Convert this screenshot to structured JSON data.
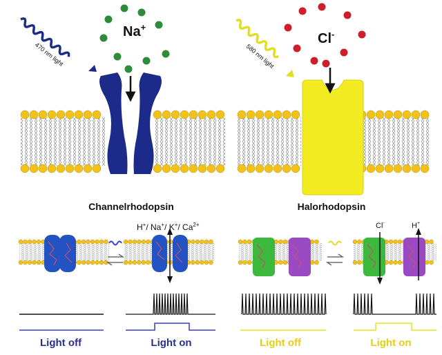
{
  "top": {
    "channel_ion": "Na",
    "channel_ion_charge": "+",
    "channel_light": "470 nm light",
    "channel_name": "Channelrhodopsin",
    "pump_ion": "Cl",
    "pump_ion_charge": "-",
    "pump_light": "580 nm light",
    "pump_name": "Halorhodopsin"
  },
  "bottom": {
    "ions_ch_parts": [
      "H",
      "+",
      "/ Na",
      "+",
      "/ K",
      "+",
      "/ Ca",
      "2+"
    ],
    "cl_label": "Cl",
    "cl_charge": "-",
    "h_label": "H",
    "h_charge": "+",
    "light_off_left": "Light off",
    "light_on_left": "Light on",
    "light_off_right": "Light off",
    "light_on_right": "Light on"
  },
  "colors": {
    "blue": "#1c2a8a",
    "yellow": "#f3ec22",
    "sodium_green": "#2e8b3a",
    "chloride_red": "#cc1f2a",
    "lipid_head": "#f2c21b",
    "pump_green": "#3cb83c",
    "pump_purple": "#9a4bc4",
    "label_blue": "#2a2f8f",
    "label_yellow": "#e6cf12"
  }
}
